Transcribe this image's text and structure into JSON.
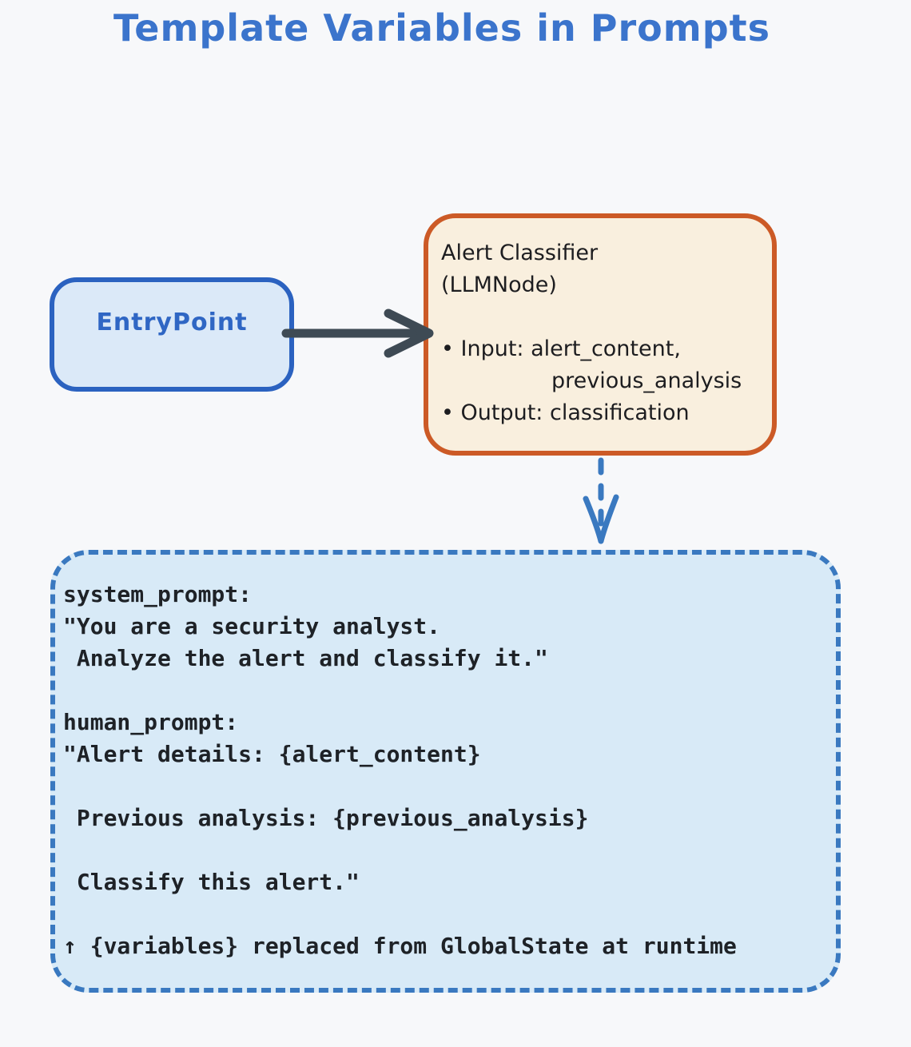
{
  "title": "Template Variables in Prompts",
  "colors": {
    "background": "#f7f8fa",
    "title_text": "#3b74cc",
    "entry_border": "#2b62c0",
    "entry_fill": "#dbe9f8",
    "entry_text": "#2f66c4",
    "classifier_border": "#cc5a26",
    "classifier_fill": "#f9efde",
    "classifier_text": "#1d1d20",
    "solid_arrow": "#3e4a54",
    "dashed_arrow": "#3a79c0",
    "prompt_box_fill": "#d8eaf7",
    "prompt_box_border": "#3a79c0",
    "prompt_text": "#1e2227"
  },
  "entry_node": {
    "label": "EntryPoint"
  },
  "classifier_node": {
    "name": "Alert Classifier",
    "type": "(LLMNode)",
    "io_lines": [
      "• Input: alert_content,",
      "previous_analysis",
      "• Output: classification"
    ]
  },
  "prompt_box": {
    "lines": [
      "system_prompt:",
      "\"You are a security analyst.",
      " Analyze the alert and classify it.\"",
      "",
      "human_prompt:",
      "\"Alert details: {alert_content}",
      "",
      " Previous analysis: {previous_analysis}",
      "",
      " Classify this alert.\"",
      "",
      "↑ {variables} replaced from GlobalState at runtime"
    ]
  }
}
